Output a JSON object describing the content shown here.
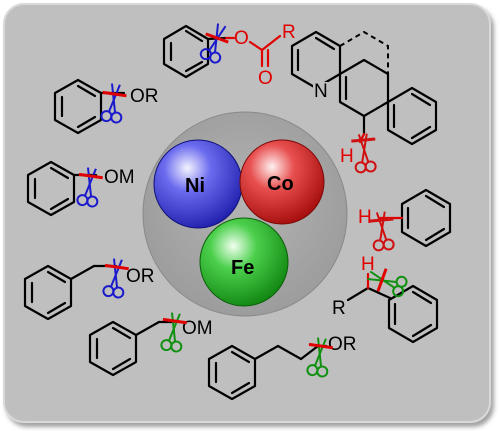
{
  "colors": {
    "panel": "#bfbfbf",
    "center_disc": "#a9a9a9",
    "bond": "#000000",
    "ester": "#e00000",
    "scissors_ni": "#1a1acc",
    "scissors_co": "#d01010",
    "scissors_fe": "#109010",
    "sphere_ni": "#2a2ad0",
    "sphere_co": "#c81010",
    "sphere_fe": "#18a018"
  },
  "metals": {
    "ni": "Ni",
    "co": "Co",
    "fe": "Fe"
  },
  "labels": {
    "ester_o": "O",
    "ester_r": "R",
    "ester_carbonyl_o": "O",
    "pyridine_n": "N",
    "aryl_ether_or": "OR",
    "aryl_om": "OM",
    "benzyl_or": "OR",
    "benzyl_om": "OM",
    "homobenzyl_or": "OR",
    "ch_h_quinoline": "H",
    "ch_h_arene": "H",
    "ch_h_benzylic": "H",
    "benzylic_r": "R"
  },
  "icons": {
    "cleavage": "scissors-icon"
  }
}
